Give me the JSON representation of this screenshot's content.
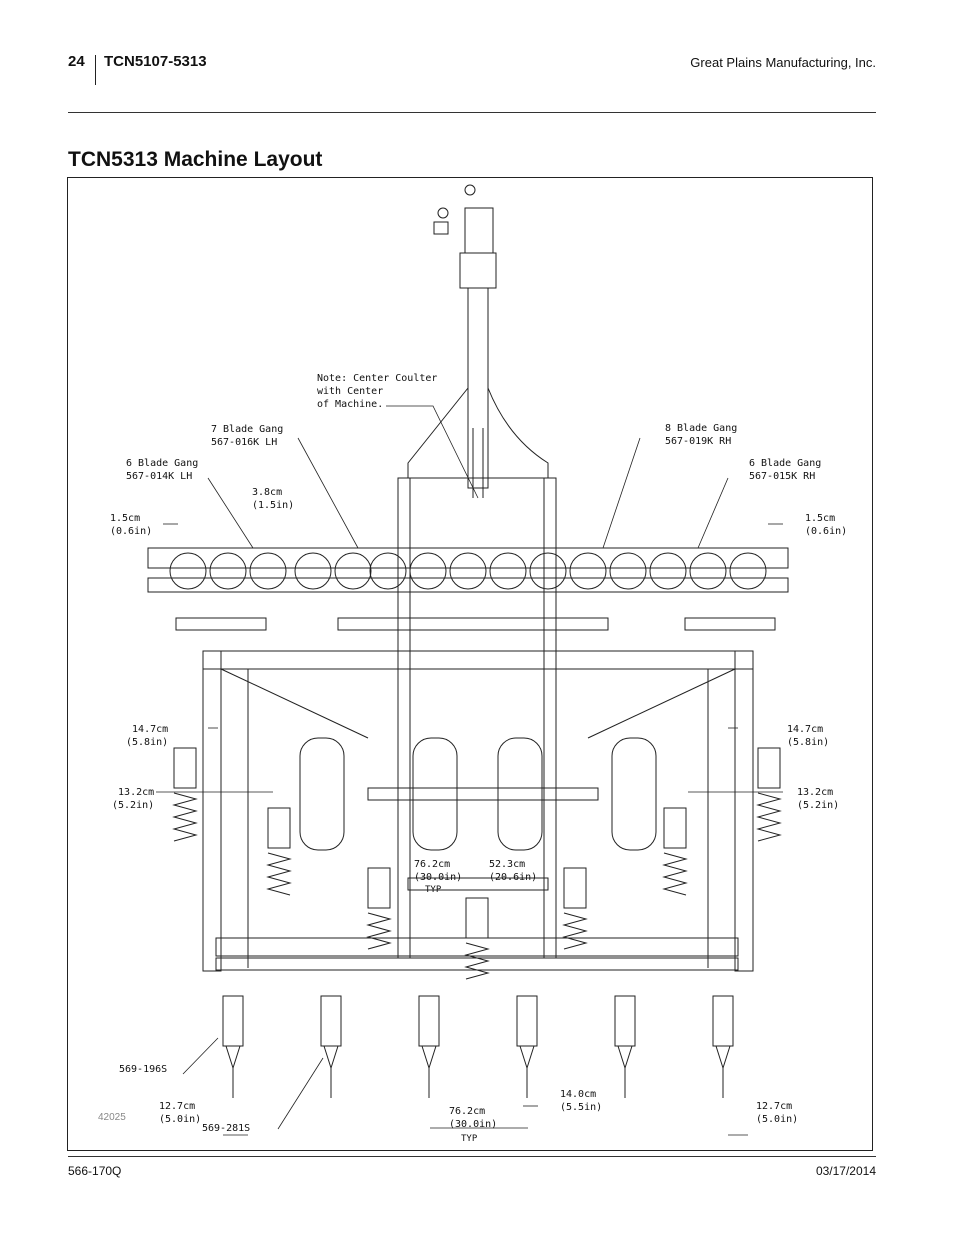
{
  "header": {
    "page_number": "24",
    "model": "TCN5107-5313",
    "company": "Great Plains Manufacturing, Inc."
  },
  "title": "TCN5313 Machine Layout",
  "diagram": {
    "labels": {
      "note": "Note: Center Coulter\nwith Center\nof Machine.",
      "gang_7_lh": "7 Blade Gang\n567-016K LH",
      "gang_6_lh": "6 Blade Gang\n567-014K LH",
      "gang_8_rh": "8 Blade Gang\n567-019K RH",
      "gang_6_rh": "6 Blade Gang\n567-015K RH",
      "dim_38": "3.8cm\n(1.5in)",
      "dim_15_l": "1.5cm\n(0.6in)",
      "dim_15_r": "1.5cm\n(0.6in)",
      "dim_147_l": "14.7cm\n(5.8in)",
      "dim_147_r": "14.7cm\n(5.8in)",
      "dim_132_l": "13.2cm\n(5.2in)",
      "dim_132_r": "13.2cm\n(5.2in)",
      "dim_762_mid": "76.2cm\n(30.0in)",
      "dim_523": "52.3cm\n(20.6in)",
      "typ_mid": "TYP",
      "part_196s": "569-196S",
      "part_281s": "569-281S",
      "dim_127_l": "12.7cm\n(5.0in)",
      "dim_127_r": "12.7cm\n(5.0in)",
      "dim_140": "14.0cm\n(5.5in)",
      "dim_762_bot": "76.2cm\n(30.0in)",
      "typ_bot": "TYP"
    },
    "figure_number": "42025"
  },
  "footer": {
    "doc_number": "566-170Q",
    "date": "03/17/2014"
  }
}
